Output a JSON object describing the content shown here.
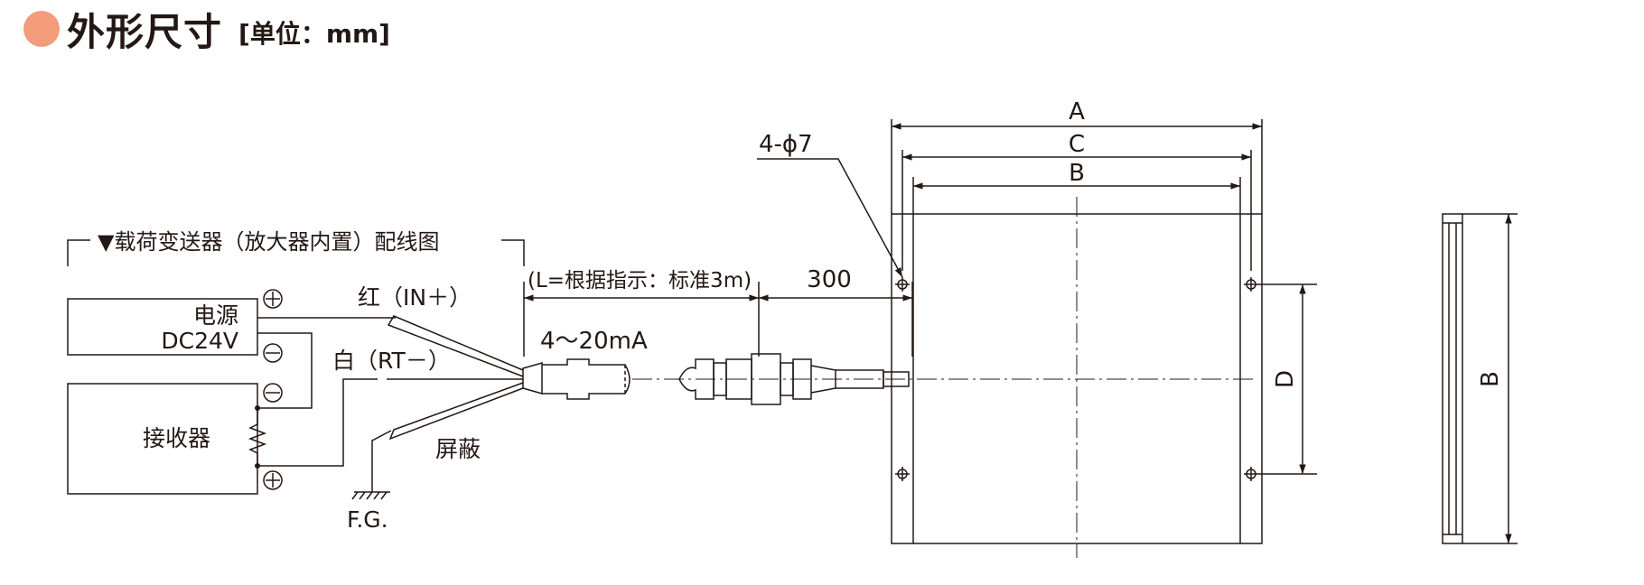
{
  "header": {
    "title": "外形尺寸",
    "unit": "[单位：mm]"
  },
  "colors": {
    "bullet": "#f29c7c",
    "line": "#231815"
  },
  "wiring": {
    "heading": "▼载荷变送器（放大器内置）配线图",
    "power_line1": "电源",
    "power_line2": "DC24V",
    "receiver": "接收器",
    "wire_red": "红（IN＋）",
    "wire_white": "白（RT－）",
    "wire_shield": "屏蔽",
    "ground": "F.G.",
    "plus_symbol": "⊕",
    "minus_symbol": "⊖"
  },
  "cable": {
    "length_note": "(L=根据指示：标准3m)",
    "short_length": "300",
    "output_signal": "4～20mA"
  },
  "plate": {
    "dim_a": "A",
    "dim_c": "C",
    "dim_b": "B",
    "dim_d": "D",
    "holes": "4-ϕ7",
    "side_dim_b": "B"
  }
}
